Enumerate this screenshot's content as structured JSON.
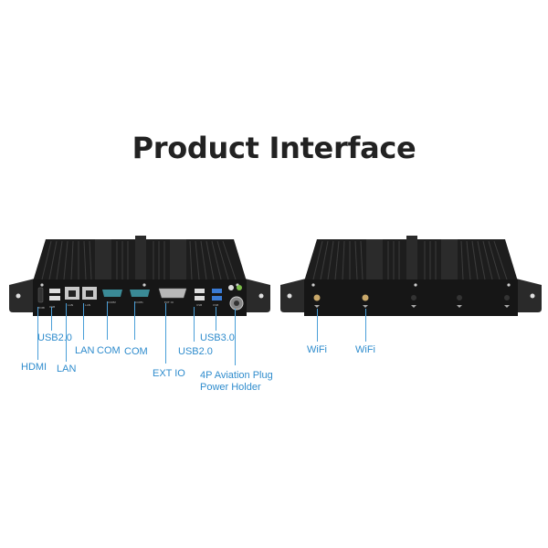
{
  "title": "Product Interface",
  "colors": {
    "label": "#2f8ccd",
    "leader_line": "#4a9fd8",
    "title": "#222222",
    "device_body": "#1c1c1c"
  },
  "front_panel": {
    "labels": {
      "hdmi": "HDMI",
      "usb20_left": "USB2.0",
      "lan_1": "LAN",
      "lan_2": "LAN",
      "com_1": "COM",
      "com_2": "COM",
      "ext_io": "EXT IO",
      "usb20_right": "USB2.0",
      "usb30": "USB3.0",
      "power_line1": "4P Aviation Plug",
      "power_line2": "Power Holder"
    }
  },
  "rear_panel": {
    "labels": {
      "wifi_1": "WiFi",
      "wifi_2": "WiFi"
    }
  }
}
